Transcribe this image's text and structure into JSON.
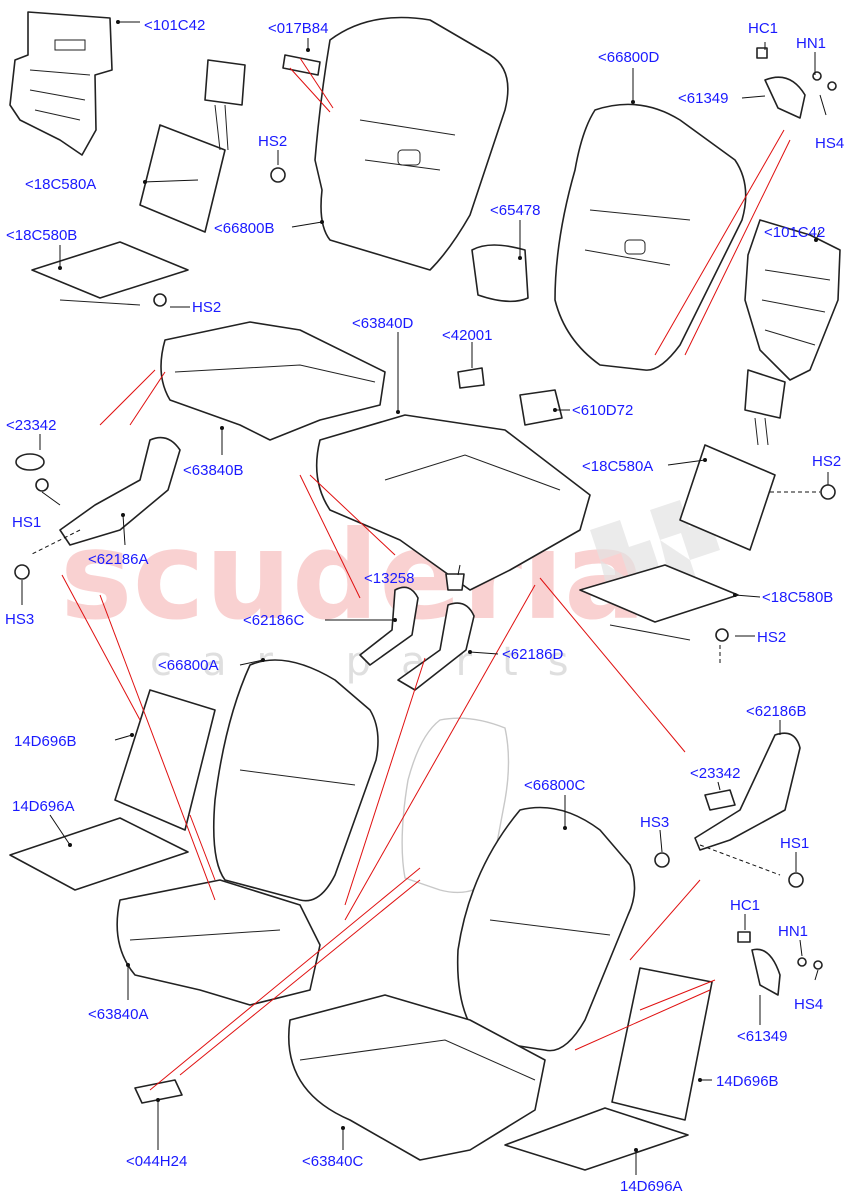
{
  "watermark": {
    "main": "scuderia",
    "sub": "car parts"
  },
  "labels": {
    "a101c42_top": "<101C42",
    "a017b84": "<017B84",
    "hc1_top": "HC1",
    "hn1_top": "HN1",
    "a66800d": "<66800D",
    "a61349_top": "<61349",
    "hs4_top": "HS4",
    "a18c580a_top": "<18C580A",
    "hs2_a": "HS2",
    "a66800b": "<66800B",
    "a65478": "<65478",
    "a101c42_right": "<101C42",
    "a18c580b_top": "<18C580B",
    "hs2_b": "HS2",
    "a63840d": "<63840D",
    "a42001": "<42001",
    "a610d72": "<610D72",
    "a23342_left": "<23342",
    "a63840b": "<63840B",
    "a18c580a_right": "<18C580A",
    "hs2_c": "HS2",
    "hs1_left": "HS1",
    "a62186a": "<62186A",
    "a13258": "<13258",
    "a18c580b_right": "<18C580B",
    "hs3_left": "HS3",
    "a62186c": "<62186C",
    "hs2_d": "HS2",
    "a62186d": "<62186D",
    "a66800a": "<66800A",
    "a14d696b_left": "14D696B",
    "a62186b": "<62186B",
    "a23342_right": "<23342",
    "a66800c": "<66800C",
    "a14d696a_left": "14D696A",
    "hs3_right": "HS3",
    "hs1_right": "HS1",
    "hc1_bottom": "HC1",
    "hn1_bottom": "HN1",
    "hs4_bottom": "HS4",
    "a63840a": "<63840A",
    "a61349_bottom": "<61349",
    "a14d696b_right": "14D696B",
    "a044h24": "<044H24",
    "a63840c": "<63840C",
    "a14d696a_right": "14D696A"
  }
}
